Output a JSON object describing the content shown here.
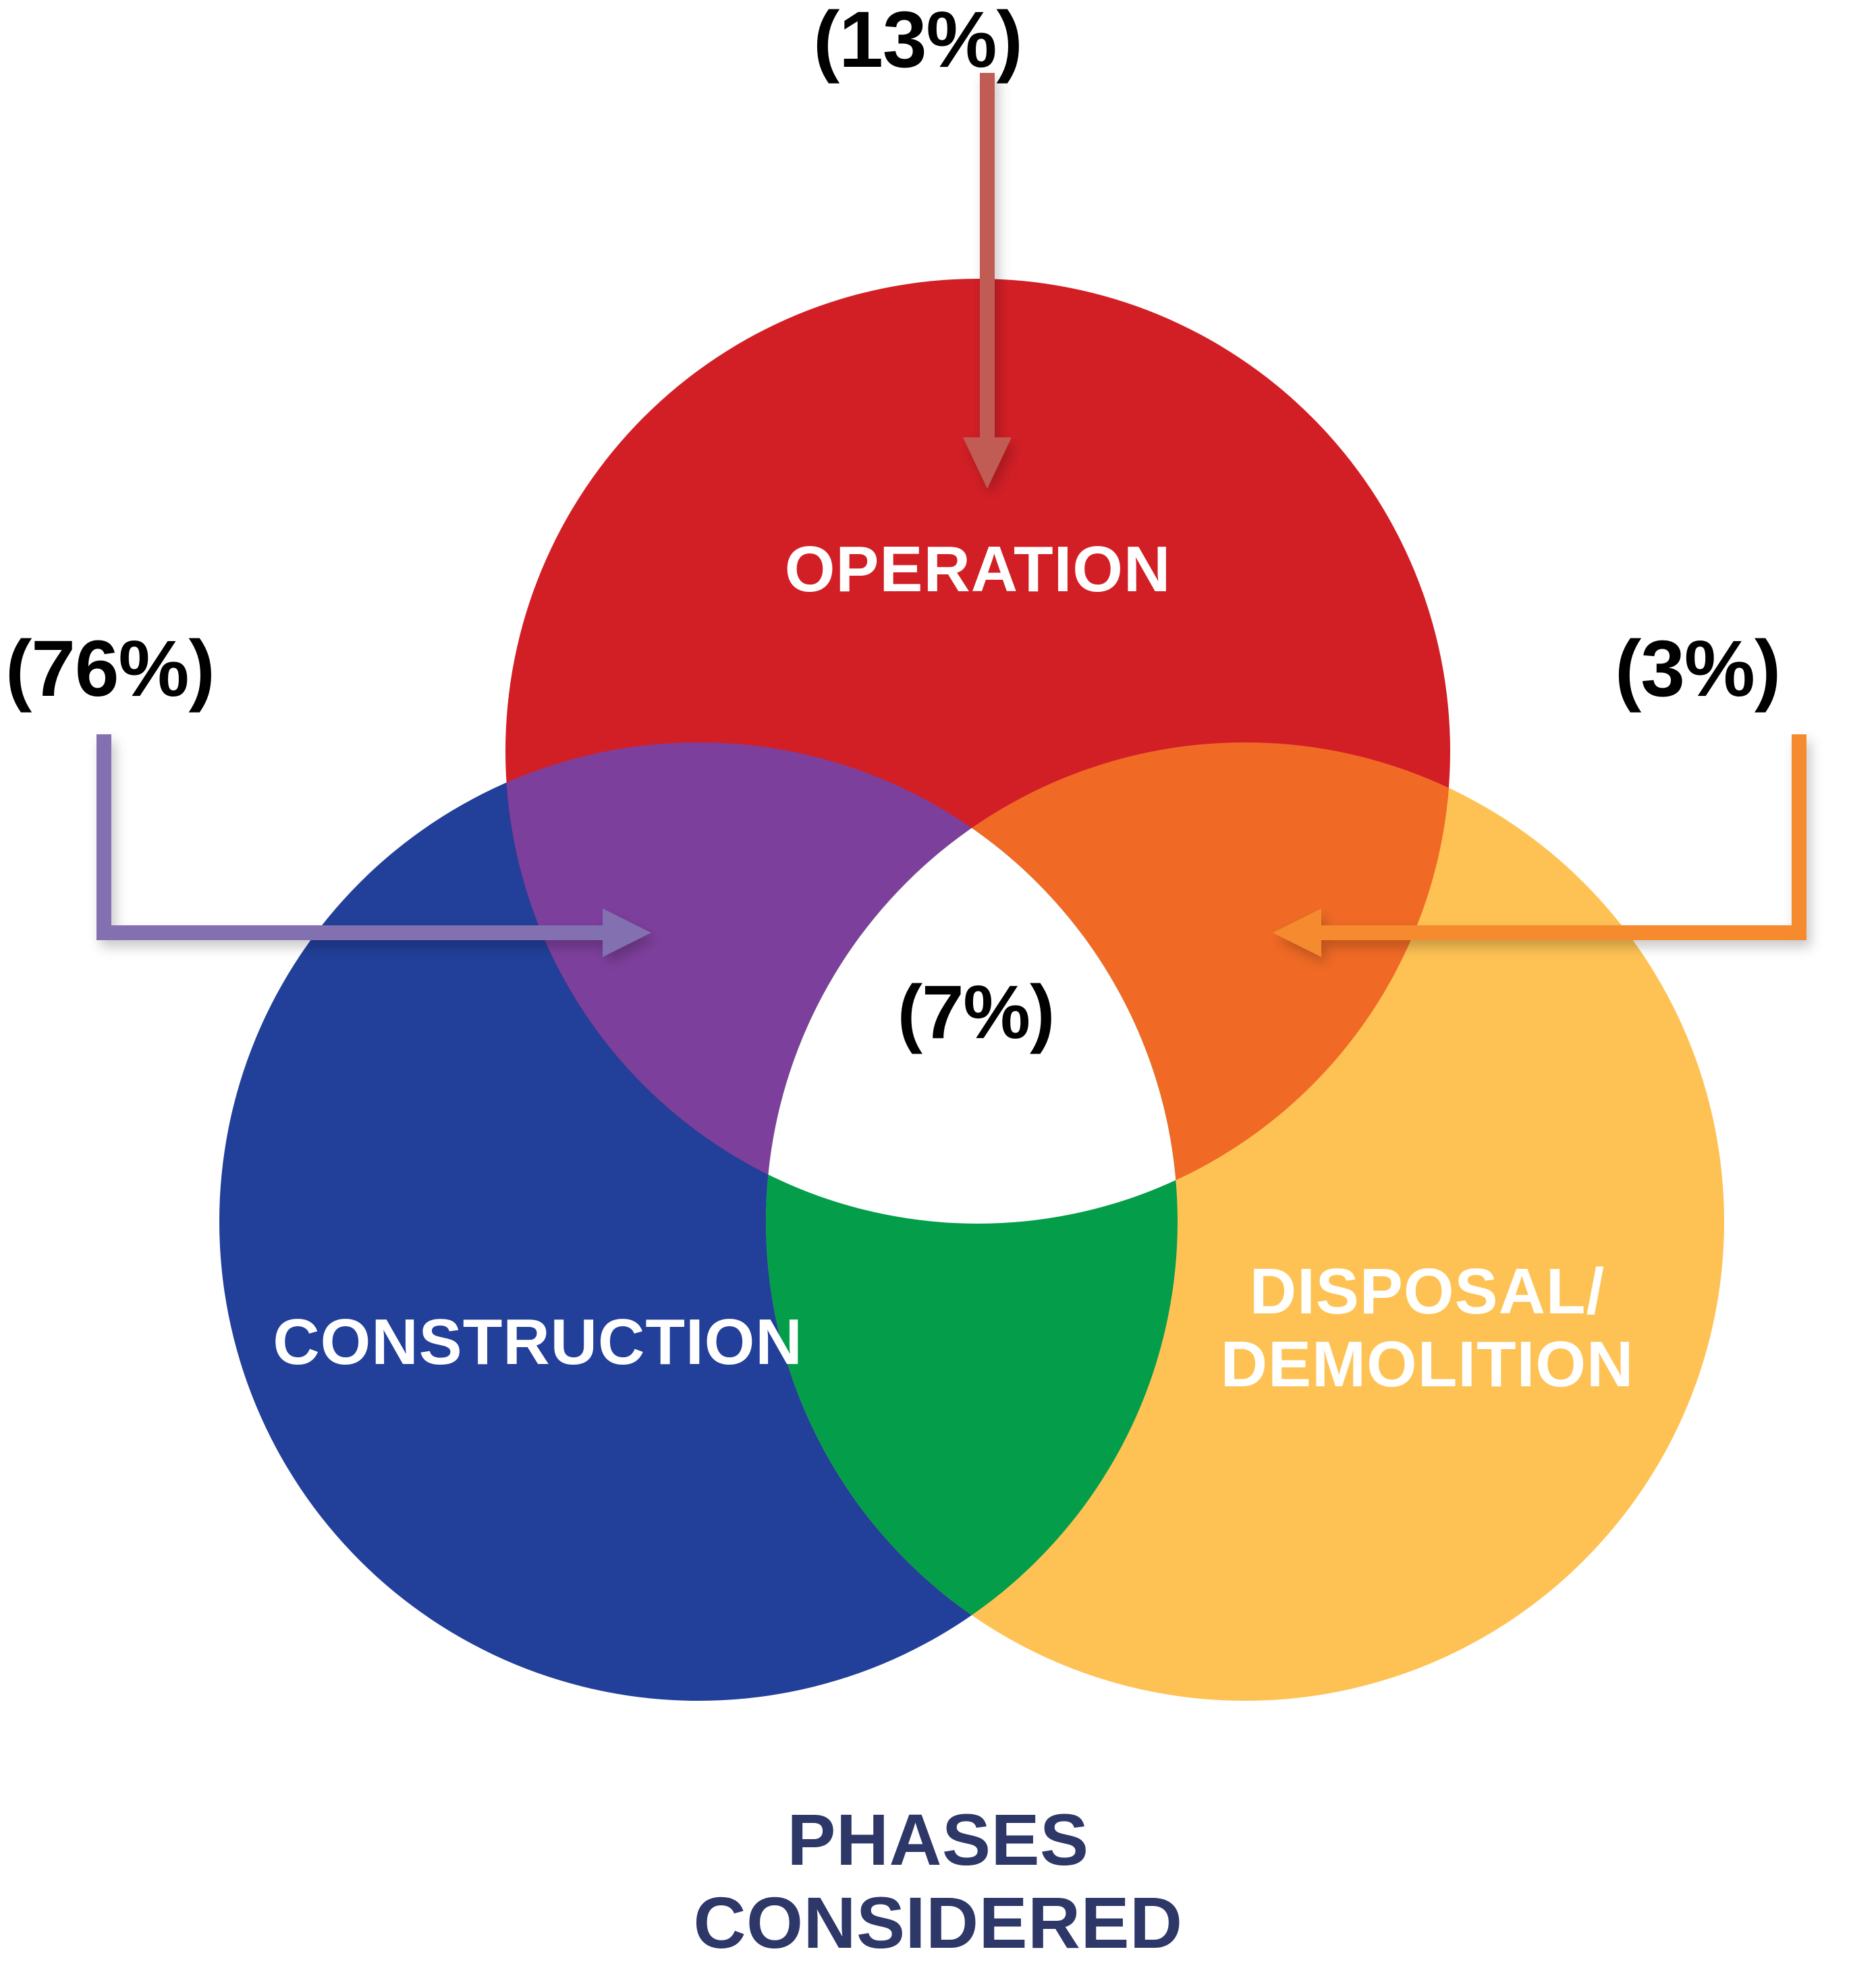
{
  "diagram": {
    "type": "venn-3",
    "title_caption_line1": "PHASES",
    "title_caption_line2": "CONSIDERED",
    "center_value": "(7%)",
    "background": "#FFFFFF",
    "caption_color": "#2D3768"
  },
  "sets": {
    "operation": {
      "label": "OPERATION",
      "color": "#D21F26",
      "callout": "(13%)",
      "callout_arrow_color": "#C15B55"
    },
    "construction": {
      "label": "CONSTRUCTION",
      "color": "#223F99",
      "callout": "(76%)",
      "callout_arrow_color": "#8370B0"
    },
    "disposal": {
      "label_line1": "DISPOSAL/",
      "label_line2": "DEMOLITION",
      "color": "#FEC254",
      "callout": "(3%)",
      "callout_arrow_color": "#F58A2E"
    }
  },
  "intersections": {
    "operation_construction": {
      "color": "#7D3F9C",
      "value": "(76%)"
    },
    "operation_disposal": {
      "color": "#F06A25",
      "value": "(3%)"
    },
    "construction_disposal": {
      "color": "#049E4A"
    },
    "all_three": {
      "color": "#FFFFFF",
      "value": "(7%)"
    }
  },
  "chart_data": {
    "type": "venn",
    "title": "PHASES CONSIDERED",
    "categories": [
      "OPERATION",
      "CONSTRUCTION",
      "DISPOSAL/DEMOLITION"
    ],
    "regions": [
      {
        "name": "OPERATION",
        "label": "(13%)",
        "value": 13,
        "color": "#D21F26"
      },
      {
        "name": "CONSTRUCTION ∩ OPERATION",
        "label": "(76%)",
        "value": 76,
        "color": "#7D3F9C"
      },
      {
        "name": "OPERATION ∩ DISPOSAL/DEMOLITION",
        "label": "(3%)",
        "value": 3,
        "color": "#F06A25"
      },
      {
        "name": "ALL THREE",
        "label": "(7%)",
        "value": 7,
        "color": "#FFFFFF"
      }
    ],
    "annotations": [
      "(13%)",
      "(76%)",
      "(3%)",
      "(7%)"
    ],
    "legend": "none",
    "grid": false
  }
}
